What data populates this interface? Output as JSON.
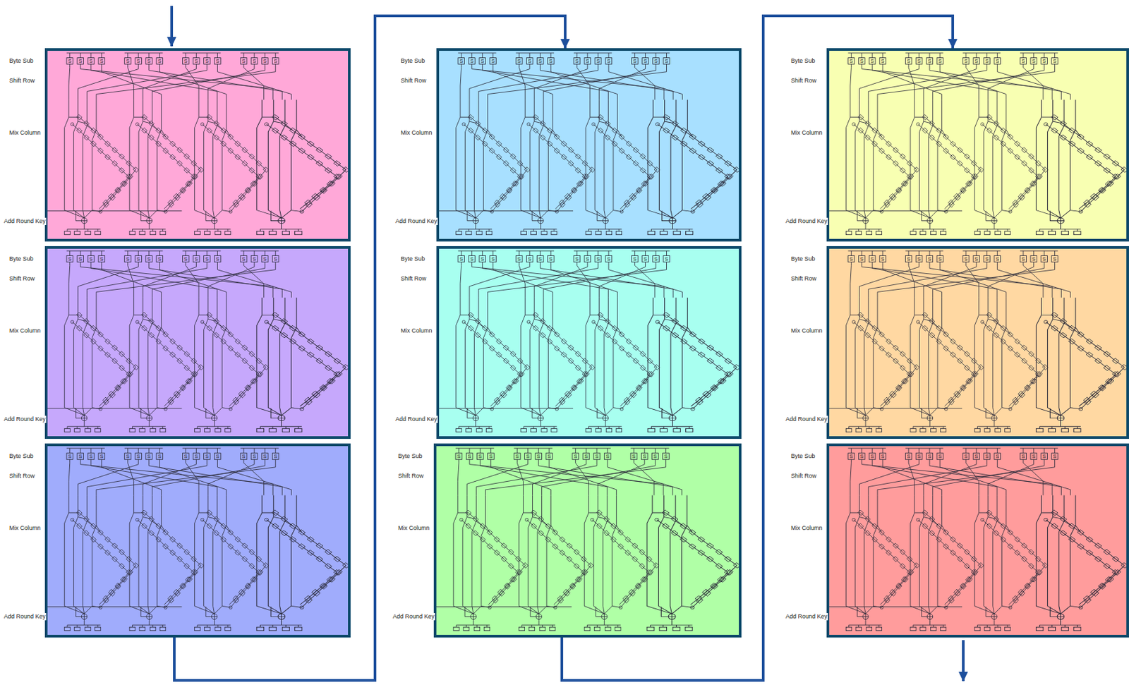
{
  "diagram": {
    "nodes": [
      {
        "text": [
          "Byte Sub",
          "Shift Row",
          "Mix Column",
          "Add Round Key"
        ]
      },
      {
        "text": [
          "Byte Sub",
          "Shift Row",
          "Mix Column",
          "Add Round Key"
        ]
      },
      {
        "text": [
          "Byte Sub",
          "Shift Row",
          "Mix Column",
          "Add Round Key"
        ]
      },
      {
        "text": [
          "Byte Sub",
          "Shift Row",
          "Mix Column",
          "Add Round Key"
        ]
      },
      {
        "text": [
          "Byte Sub",
          "Shift Row",
          "Mix Column",
          "Add Round Key"
        ]
      },
      {
        "text": [
          "Byte Sub",
          "Shift Row",
          "Mix Column",
          "Add Round Key"
        ]
      },
      {
        "text": [
          "Byte Sub",
          "Shift Row",
          "Mix Column",
          "Add Round Key"
        ]
      },
      {
        "text": [
          "Byte Sub",
          "Shift Row",
          "Mix Column",
          "Add Round Key"
        ]
      },
      {
        "text": [
          "Byte Sub",
          "Shift Row",
          "Mix Column",
          "Add Round Key"
        ]
      }
    ],
    "edges": [
      {
        "from": 2,
        "to": 3,
        "arrow": "to"
      },
      {
        "from": 5,
        "to": 6,
        "arrow": "to"
      }
    ],
    "labels": [
      "S",
      "S",
      "S",
      "S",
      "S",
      "S",
      "S",
      "S",
      "S",
      "S",
      "S",
      "S",
      "S",
      "S",
      "S",
      "S",
      "S",
      "S",
      "S",
      "S",
      "S",
      "S",
      "S",
      "S",
      "S",
      "S",
      "S",
      "S",
      "S",
      "S",
      "S",
      "S",
      "S",
      "S",
      "S",
      "S",
      "S",
      "S",
      "S",
      "S",
      "S",
      "S",
      "S",
      "S",
      "S",
      "S",
      "S",
      "S",
      "S",
      "S",
      "S",
      "S",
      "S",
      "S",
      "S",
      "S",
      "S",
      "S",
      "S",
      "S",
      "S",
      "S",
      "S",
      "S",
      "S",
      "S",
      "S",
      "S",
      "S",
      "S",
      "S",
      "S",
      "S",
      "S",
      "S",
      "S",
      "S",
      "S",
      "S",
      "S",
      "S",
      "S",
      "S",
      "S",
      "S",
      "S",
      "S",
      "S",
      "S",
      "S",
      "S",
      "S",
      "S",
      "S",
      "S",
      "S",
      "S",
      "S",
      "S",
      "S",
      "S",
      "S",
      "S",
      "S",
      "S",
      "S",
      "S",
      "S",
      "S",
      "S",
      "S",
      "S",
      "S",
      "S",
      "S",
      "S",
      "S",
      "S",
      "S",
      "S",
      "S",
      "S",
      "S",
      "S",
      "S",
      "S",
      "S",
      "S",
      "S",
      "S",
      "S",
      "S",
      "S",
      "S",
      "S",
      "S",
      "S",
      "S",
      "S",
      "S",
      "S",
      "S",
      "S",
      "S"
    ]
  }
}
